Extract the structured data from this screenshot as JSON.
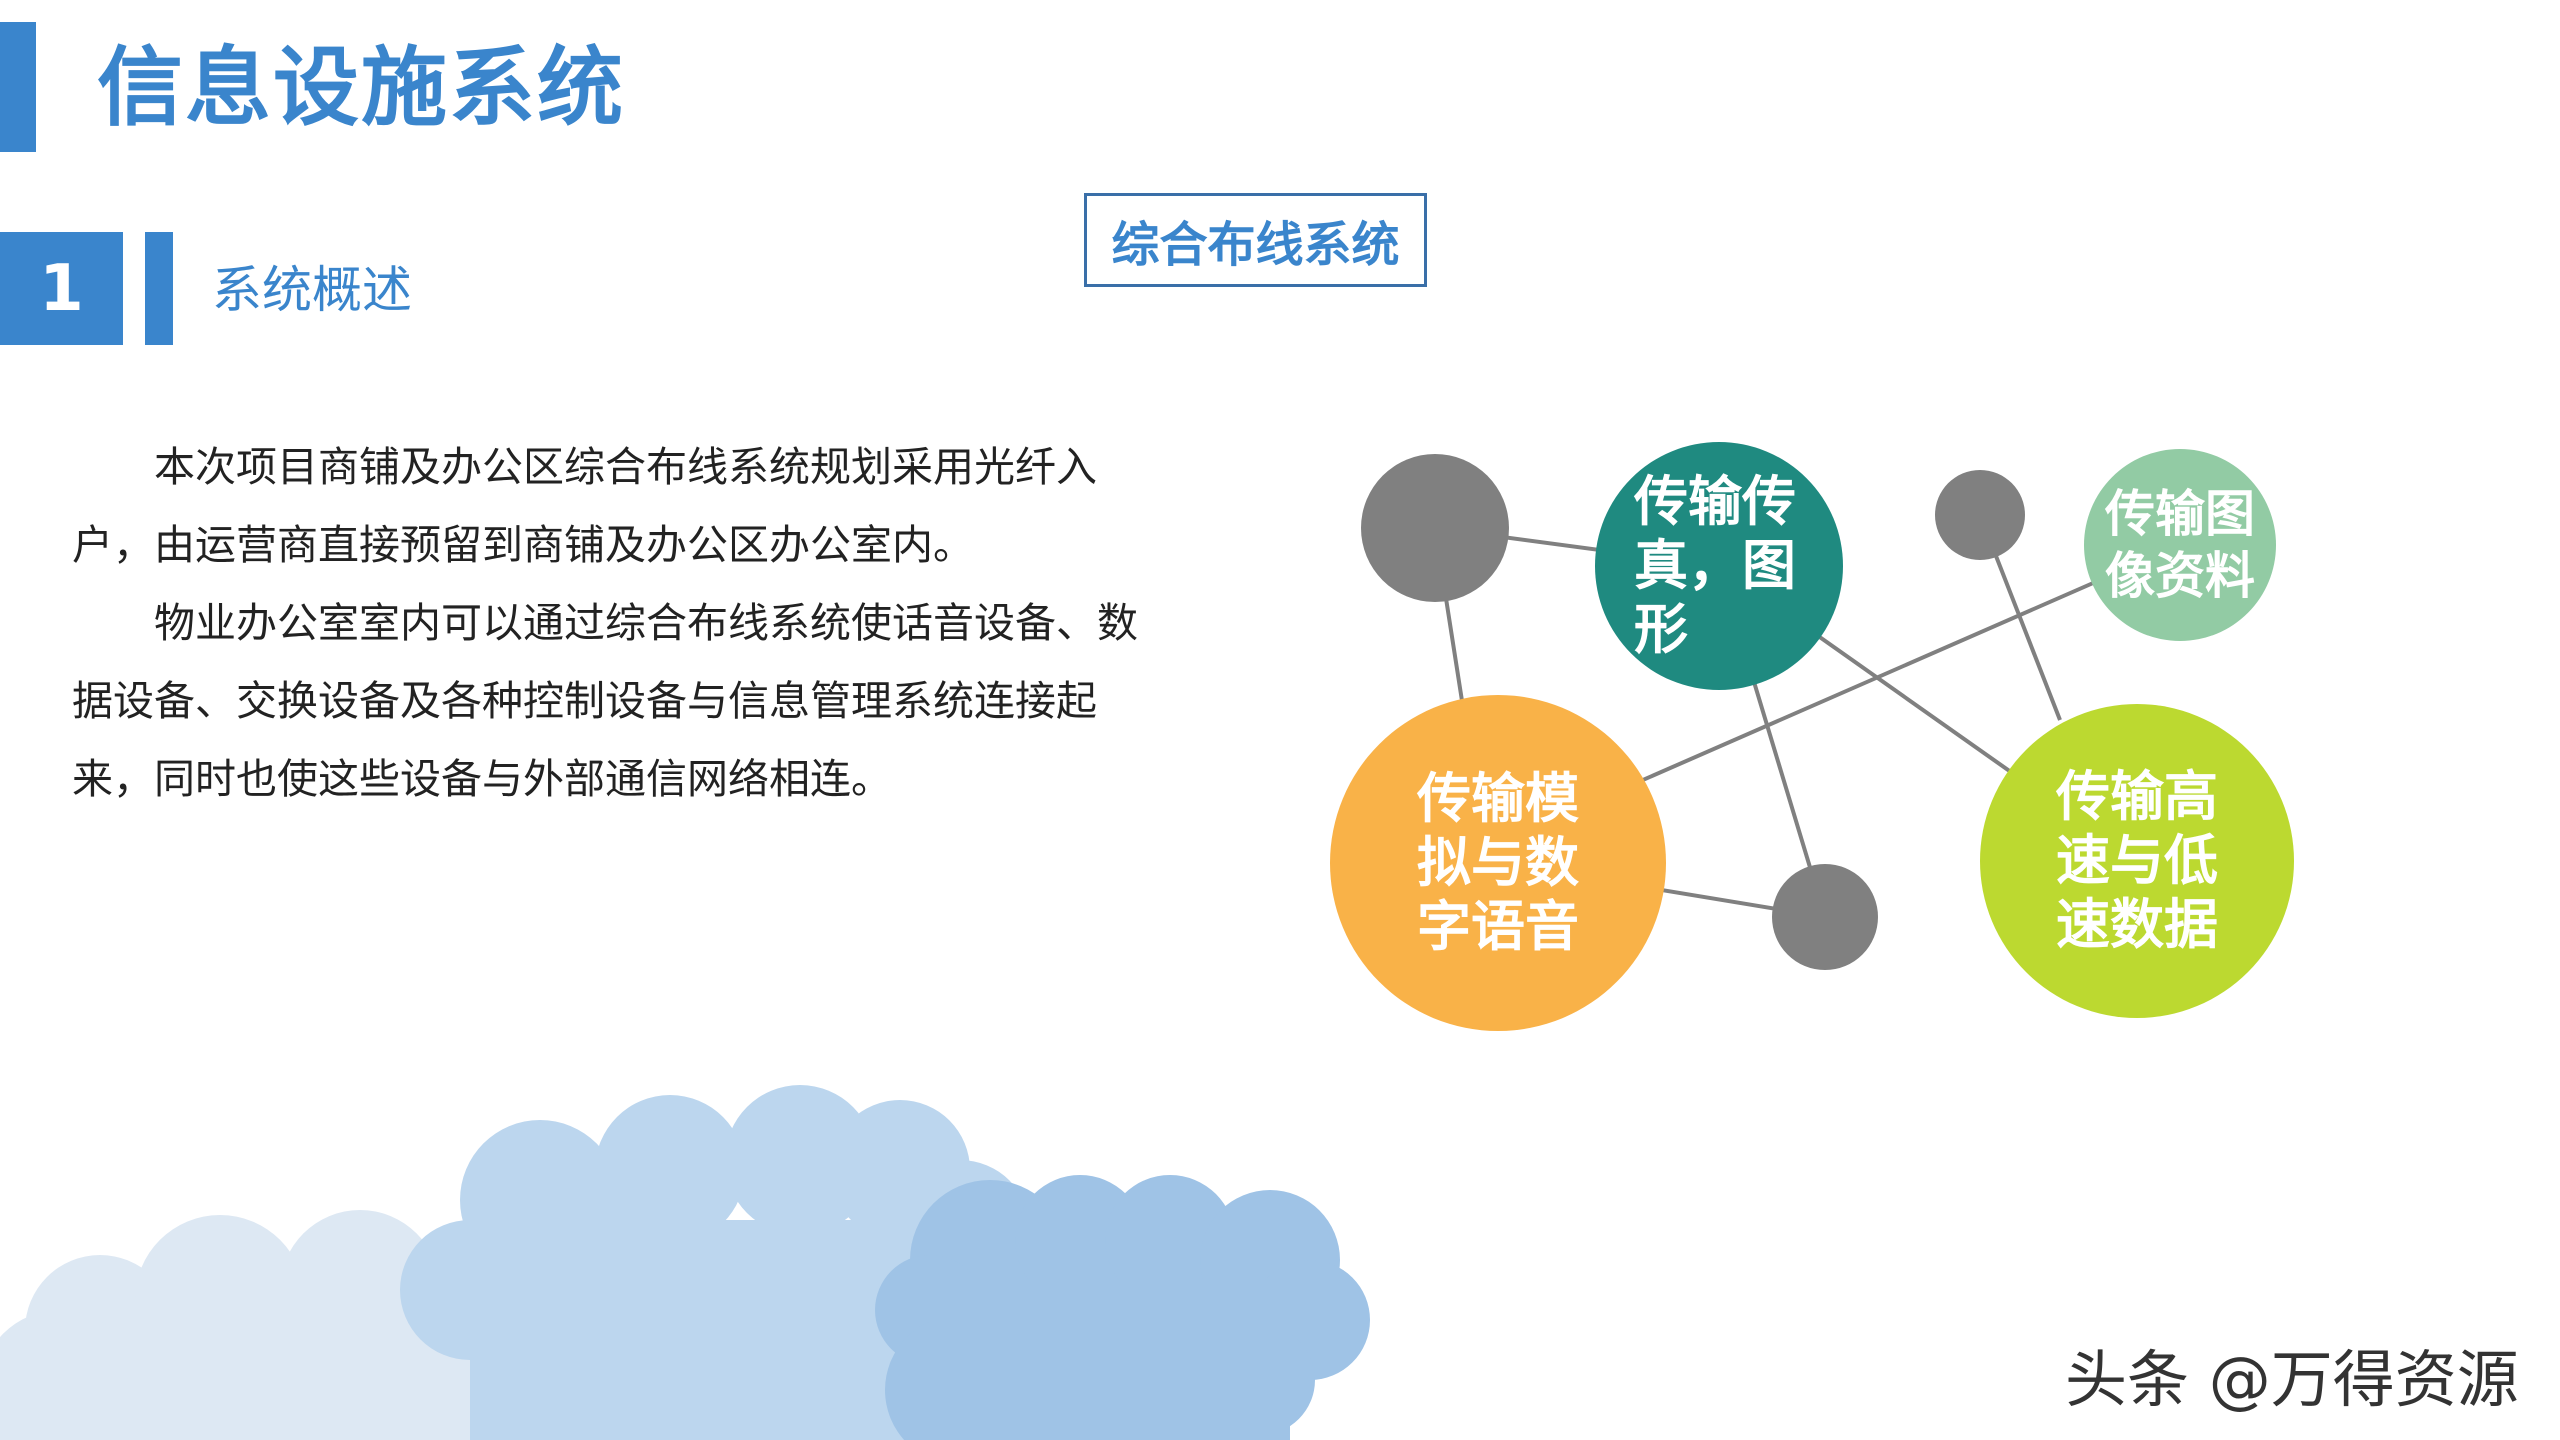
{
  "header": {
    "title": "信息设施系统"
  },
  "section": {
    "number": "1",
    "title": "系统概述"
  },
  "tag": {
    "label": "综合布线系统"
  },
  "paragraphs": [
    "本次项目商铺及办公区综合布线系统规划采用光纤入户，由运营商直接预留到商铺及办公区办公室内。",
    "物业办公室室内可以通过综合布线系统使话音设备、数据设备、交换设备及各种控制设备与信息管理系统连接起来，同时也使这些设备与外部通信网络相连。"
  ],
  "diagram": {
    "nodes": [
      {
        "label": "传输传真，图形",
        "color": "#1f8a80"
      },
      {
        "label": "传输图像资料",
        "color": "#92cba4"
      },
      {
        "label": "传输模拟与数字语音",
        "color": "#f9b248"
      },
      {
        "label": "传输高速与低速数据",
        "color": "#bcd930"
      }
    ],
    "connector_color": "#808080"
  },
  "watermark": "头条 @万得资源",
  "colors": {
    "accent": "#3a85cc",
    "cloud_light": "#dde8f3",
    "cloud_mid": "#bcd6ee",
    "cloud_dark": "#9fc3e6"
  }
}
